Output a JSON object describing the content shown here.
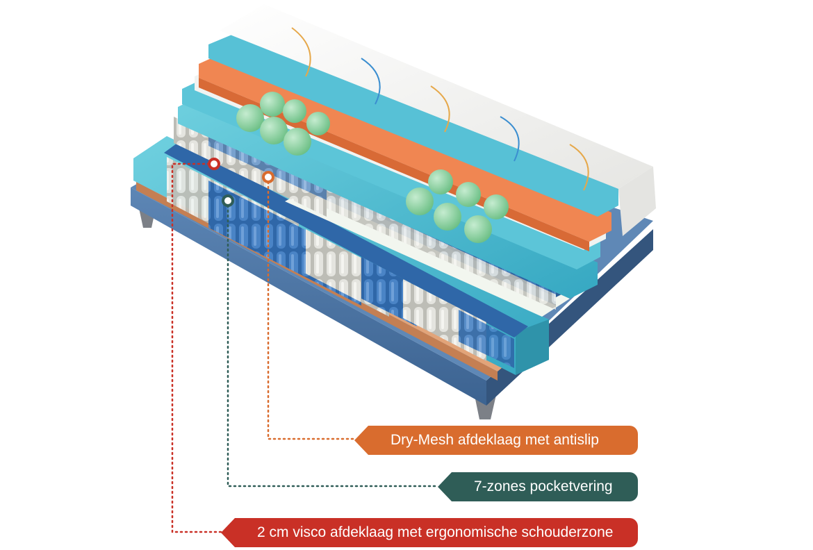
{
  "callouts": [
    {
      "label": "Dry-Mesh afdeklaag met antislip",
      "color": "#d96c2e"
    },
    {
      "label": "7-zones pocketvering",
      "color": "#2f5d57"
    },
    {
      "label": "2 cm visco afdeklaag met ergonomische schouderzone",
      "color": "#c93026"
    }
  ],
  "colors": {
    "topper_cover": "#f4f4f2",
    "teal_foam": "#4fb9cd",
    "orange_foam": "#f08652",
    "green_balls": "#8fd3a0",
    "pocket_blue": "#2f67a8",
    "pocket_grey": "#d9d9d4",
    "box_fabric": "#4f78a8",
    "wood_base": "#e2a479"
  }
}
